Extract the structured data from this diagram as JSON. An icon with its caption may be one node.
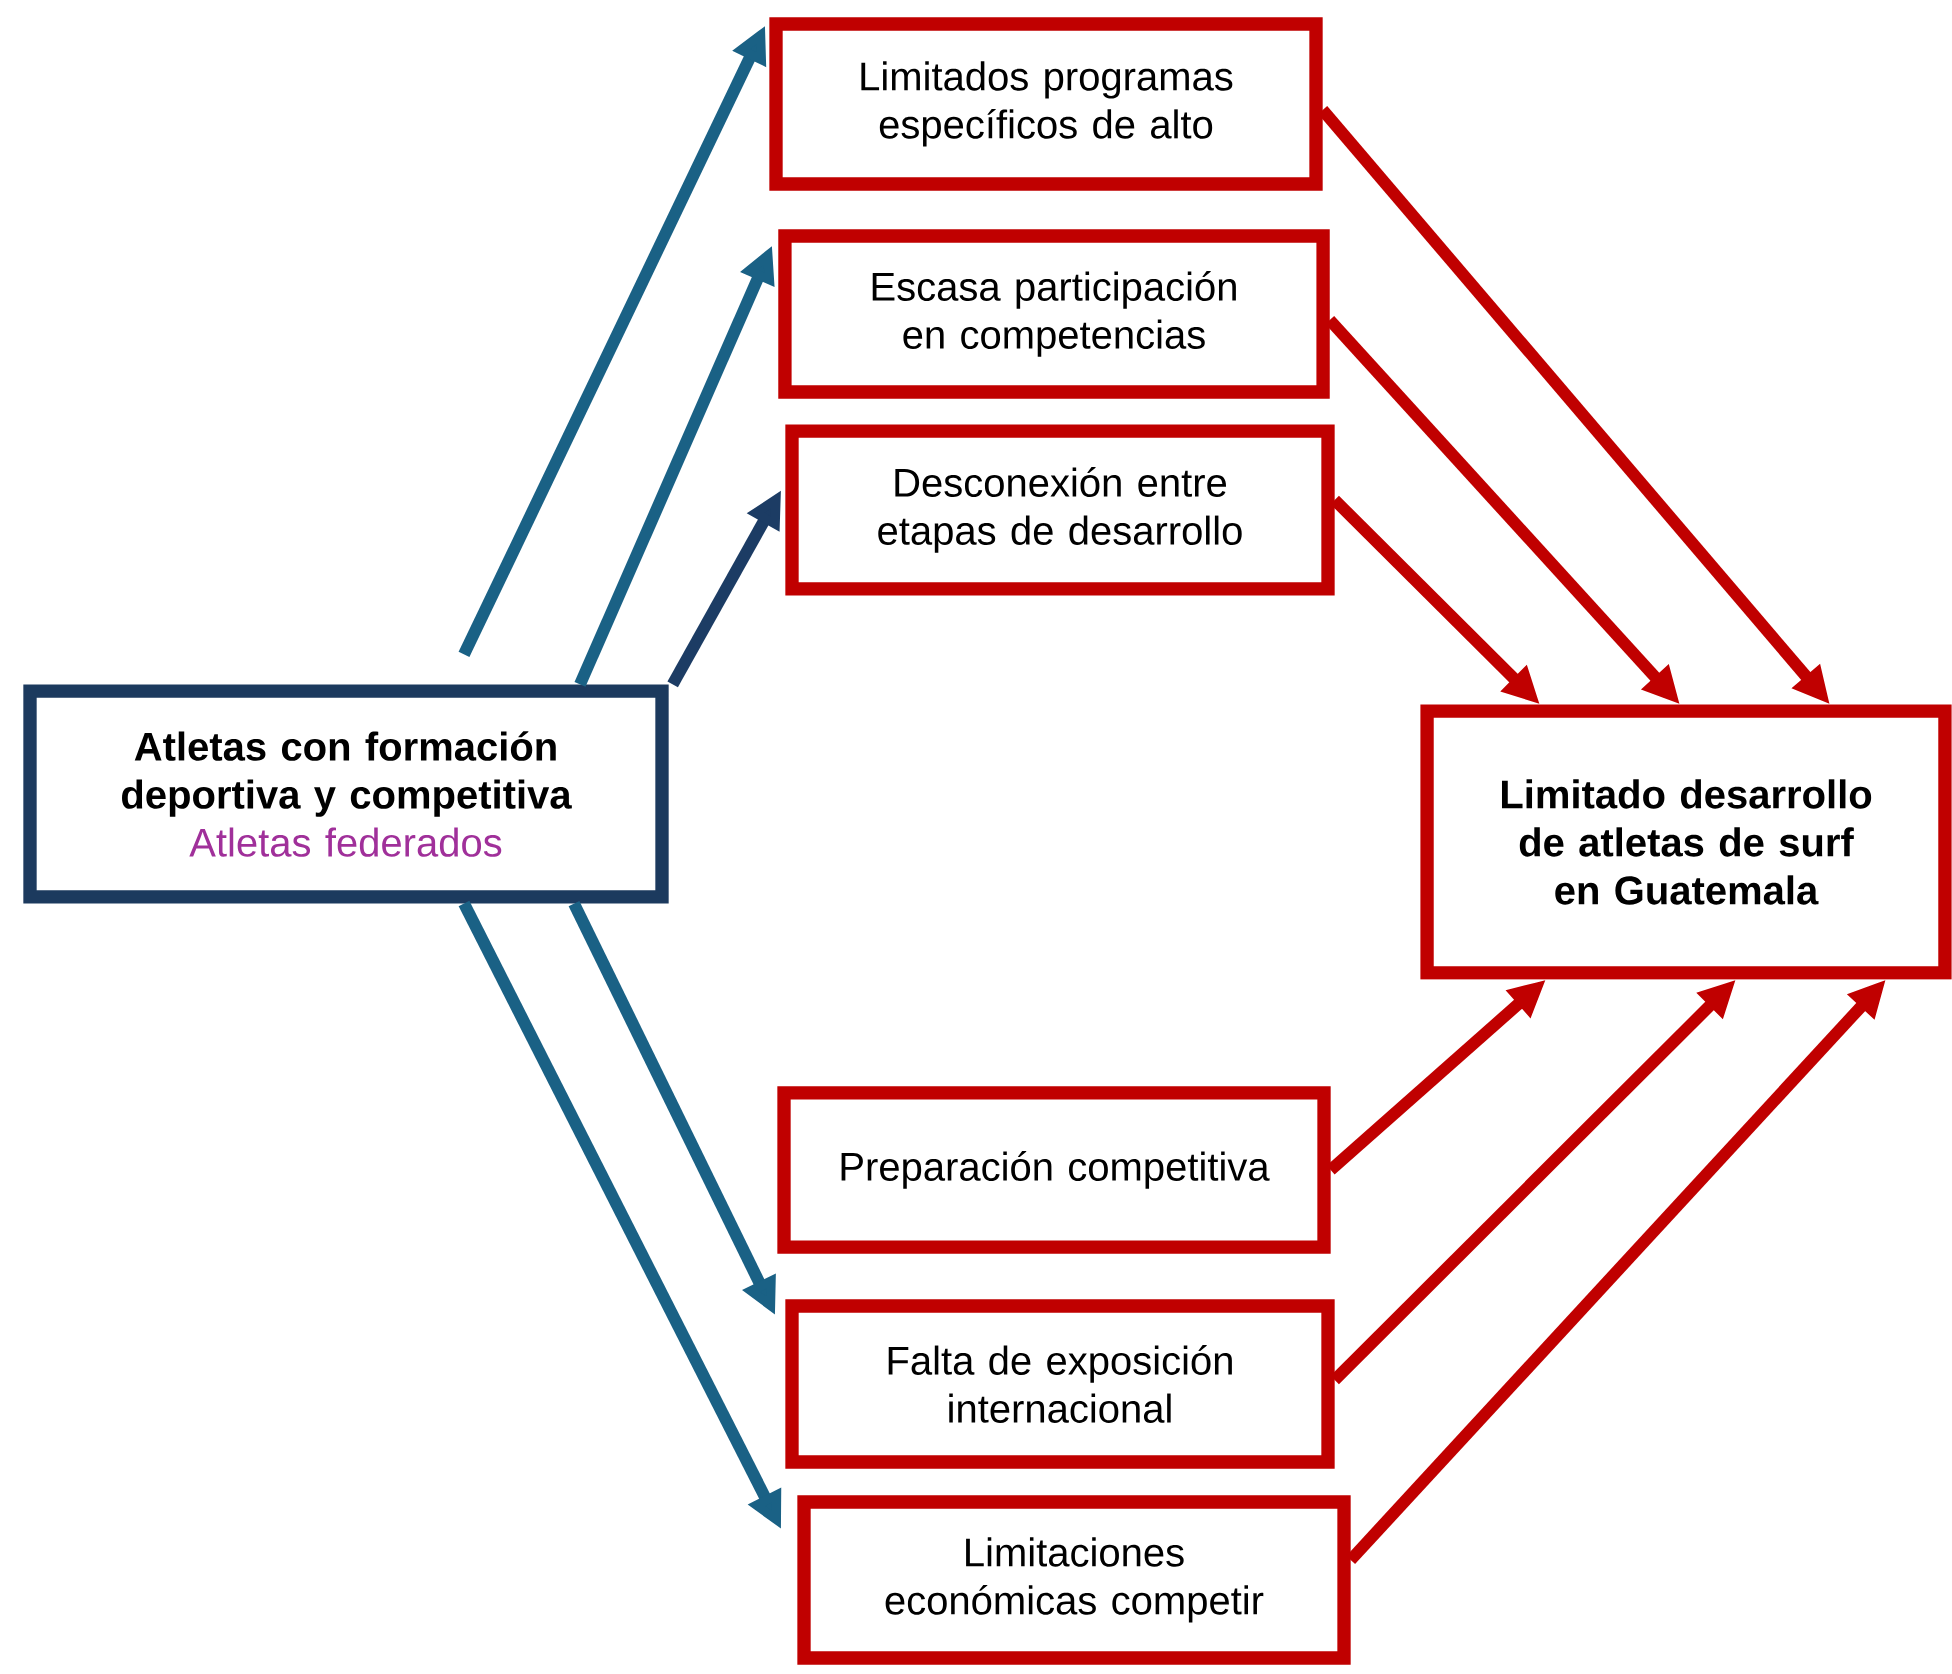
{
  "diagram": {
    "nodes": [
      {
        "text": [
          "Atletas con formación deportiva y competitiva",
          "Atletas federados"
        ]
      },
      {
        "text": [
          "Limitados programas específicos de alto"
        ]
      },
      {
        "text": [
          "Escasa participación en competencias"
        ]
      },
      {
        "text": [
          "Desconexión entre etapas de desarrollo"
        ]
      },
      {
        "text": [
          "Limitado desarrollo de atletas de surf en Guatemala"
        ]
      },
      {
        "text": [
          "Preparación competitiva"
        ]
      },
      {
        "text": [
          "Falta de exposición internacional"
        ]
      },
      {
        "text": [
          "Limitaciones económicas competir"
        ]
      }
    ],
    "edges": [
      {
        "from": 0,
        "to": 1,
        "arrow": "to",
        "color": "#1a6185"
      },
      {
        "from": 0,
        "to": 2,
        "arrow": "to",
        "color": "#1a6185"
      },
      {
        "from": 0,
        "to": 3,
        "arrow": "to",
        "color": "#1c3c64"
      },
      {
        "from": 0,
        "to": 6,
        "arrow": "to",
        "color": "#1a6185"
      },
      {
        "from": 0,
        "to": 7,
        "arrow": "to",
        "color": "#1a6185"
      },
      {
        "from": 1,
        "to": 4,
        "arrow": "to"
      },
      {
        "from": 2,
        "to": 4,
        "arrow": "to"
      },
      {
        "from": 3,
        "to": 4,
        "arrow": "to"
      },
      {
        "from": 5,
        "to": 4,
        "arrow": "to"
      },
      {
        "from": 6,
        "to": 4,
        "arrow": "to"
      },
      {
        "from": 7,
        "to": 4,
        "arrow": "to"
      }
    ]
  }
}
